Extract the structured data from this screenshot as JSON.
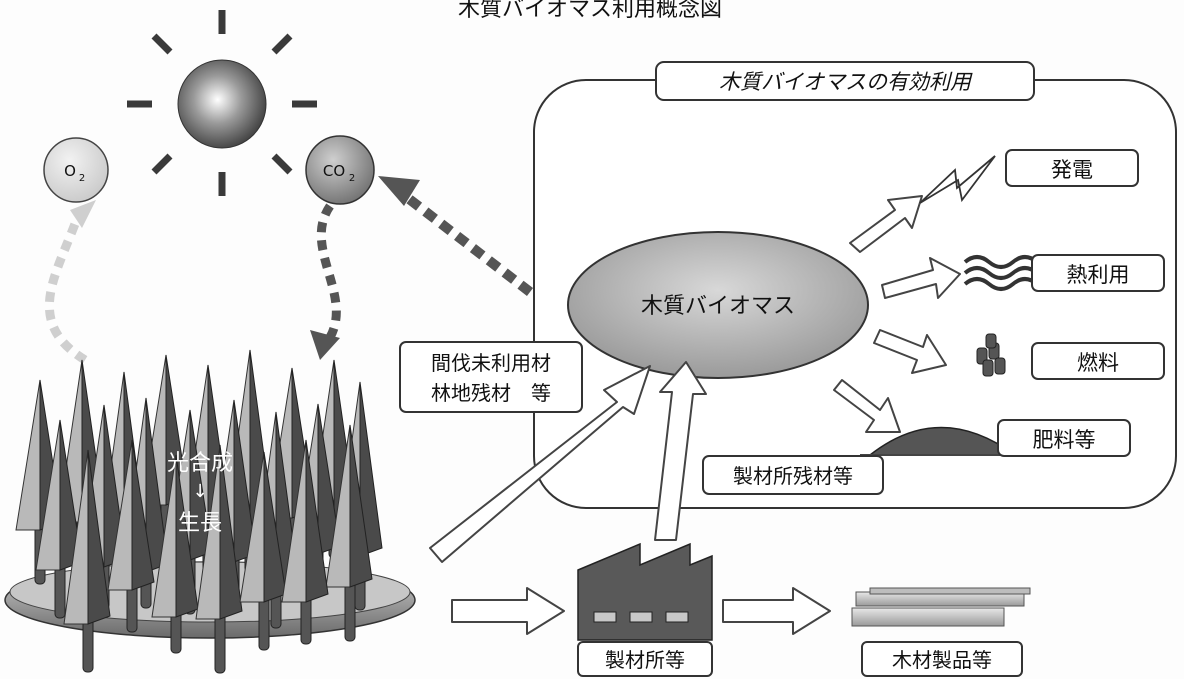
{
  "title": "木質バイオマス利用概念図",
  "panel_title": "木質バイオマスの有効利用",
  "center_label": "木質バイオマス",
  "sources": {
    "forest_residue": [
      "間伐未利用材",
      "林地残材　等"
    ],
    "sawmill_residue": "製材所残材等"
  },
  "forest_label": [
    "光合成",
    "↓",
    "生長"
  ],
  "gases": {
    "o2": "O",
    "o2_sub": "2",
    "co2": "CO",
    "co2_sub": "2"
  },
  "uses": [
    "発電",
    "熱利用",
    "燃料",
    "肥料等"
  ],
  "sawmill_label": "製材所等",
  "product_label": "木材製品等",
  "colors": {
    "panel_bg": "#ffffff",
    "ellipse": "#a8a8a8",
    "factory": "#555555",
    "arrow_dotted": "#555555",
    "arrow_light": "#cfcfcf"
  }
}
